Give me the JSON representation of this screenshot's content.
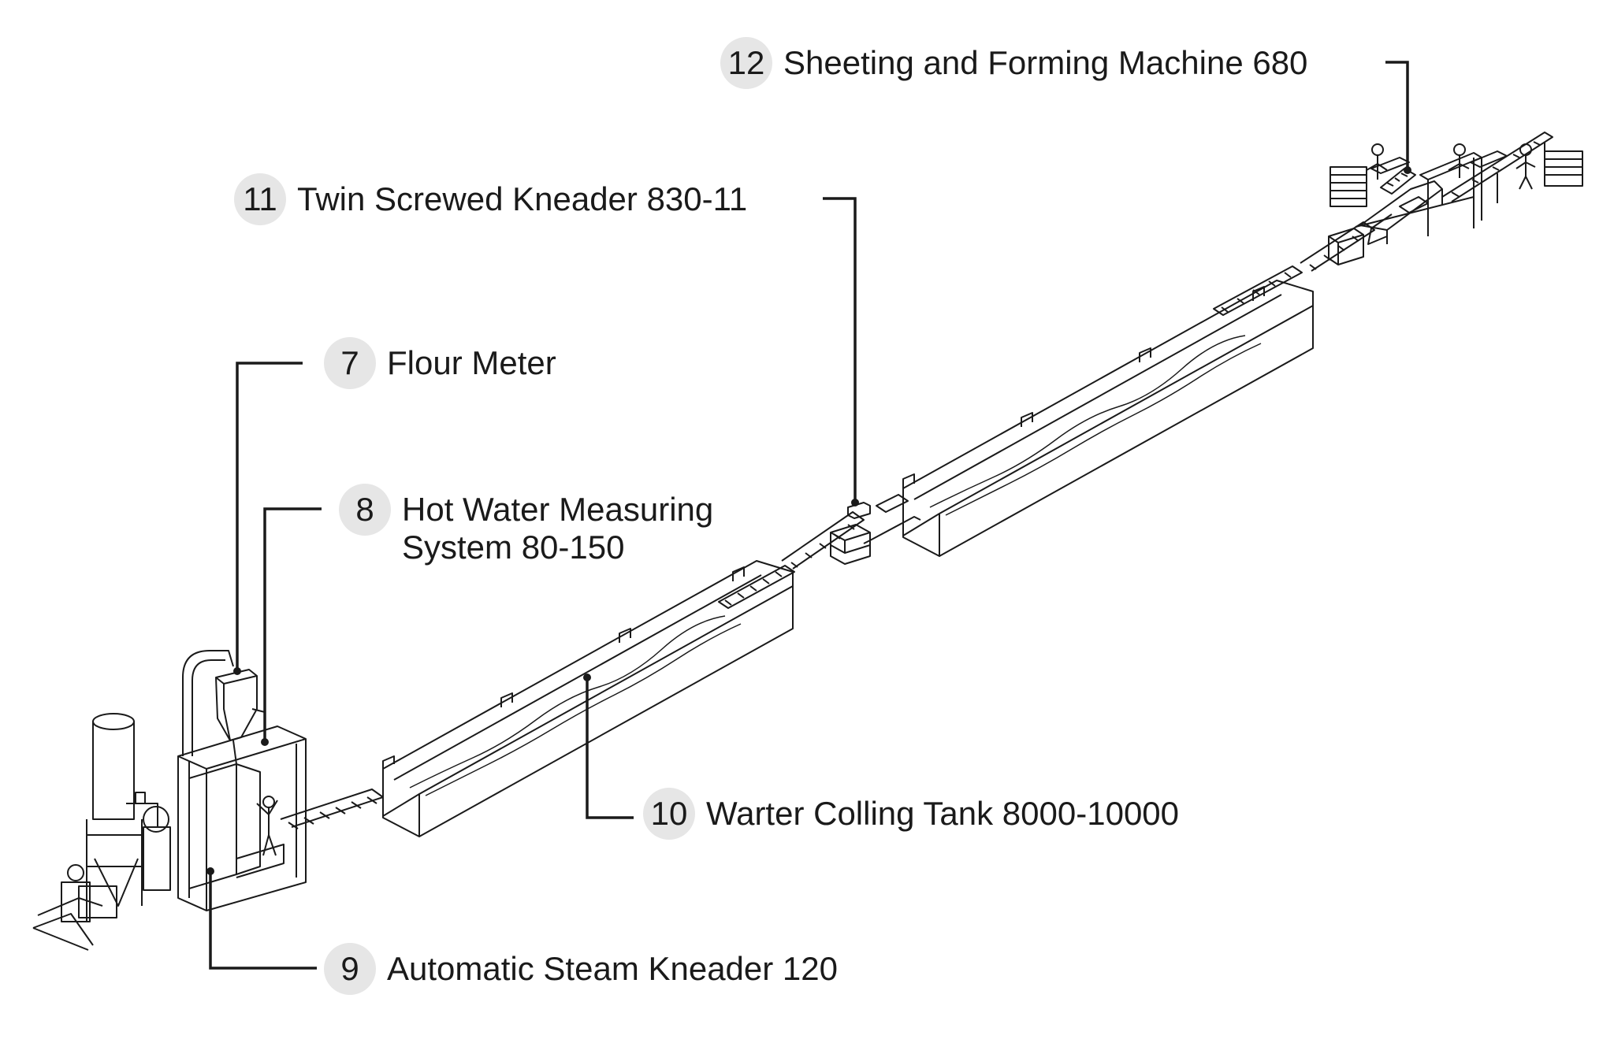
{
  "labels": [
    {
      "id": "7",
      "number": "7",
      "text": "Flour Meter"
    },
    {
      "id": "8",
      "number": "8",
      "text": "Hot Water Measuring\nSystem 80-150"
    },
    {
      "id": "9",
      "number": "9",
      "text": "Automatic Steam Kneader 120"
    },
    {
      "id": "10",
      "number": "10",
      "text": "Warter Colling Tank 8000-10000"
    },
    {
      "id": "11",
      "number": "11",
      "text": "Twin Screwed Kneader 830-11"
    },
    {
      "id": "12",
      "number": "12",
      "text": "Sheeting and Forming Machine 680"
    }
  ],
  "colors": {
    "line": "#1a1a1a",
    "badge": "#e6e6e6",
    "text": "#1a1a1a"
  }
}
